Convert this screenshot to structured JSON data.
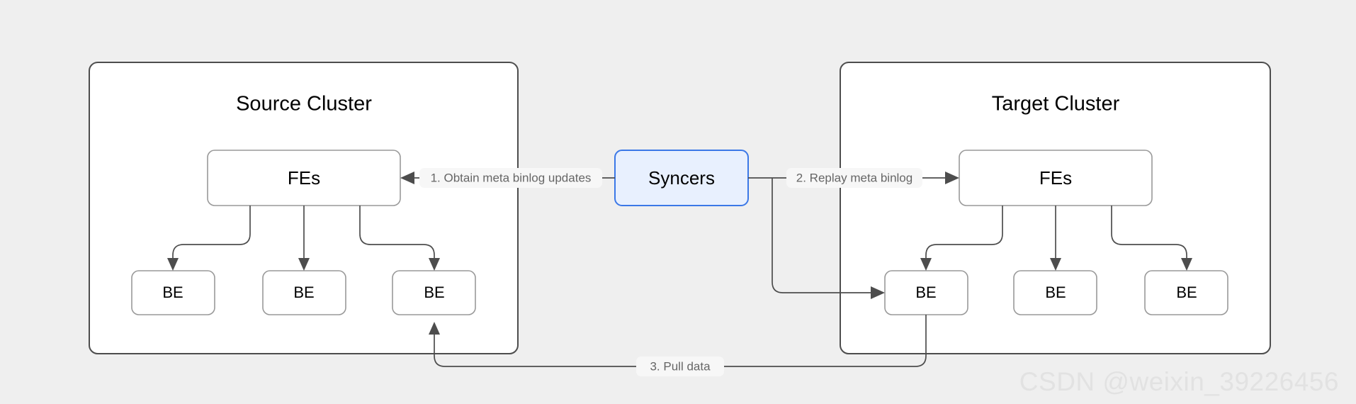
{
  "diagram": {
    "background_color": "#efefef",
    "title_hidden": "",
    "clusters": [
      {
        "id": "source-cluster",
        "title": "Source Cluster",
        "frontend": {
          "label": "FEs"
        },
        "backends": [
          {
            "label": "BE"
          },
          {
            "label": "BE"
          },
          {
            "label": "BE"
          }
        ]
      },
      {
        "id": "target-cluster",
        "title": "Target Cluster",
        "frontend": {
          "label": "FEs"
        },
        "backends": [
          {
            "label": "BE"
          },
          {
            "label": "BE"
          },
          {
            "label": "BE"
          }
        ]
      }
    ],
    "syncers": {
      "label": "Syncers",
      "fill_color": "#e8f0fe",
      "border_color": "#3b78e7"
    },
    "edge_labels": [
      {
        "id": "step-1",
        "text": "1. Obtain meta binlog updates"
      },
      {
        "id": "step-2",
        "text": "2. Replay meta binlog"
      },
      {
        "id": "step-3",
        "text": "3. Pull data"
      }
    ],
    "colors": {
      "cluster_border": "#4d4d4d",
      "node_border": "#999999",
      "edge": "#4d4d4d",
      "label_text": "#666666",
      "node_text": "#000000"
    }
  },
  "watermark": {
    "text": "CSDN @weixin_39226456"
  }
}
